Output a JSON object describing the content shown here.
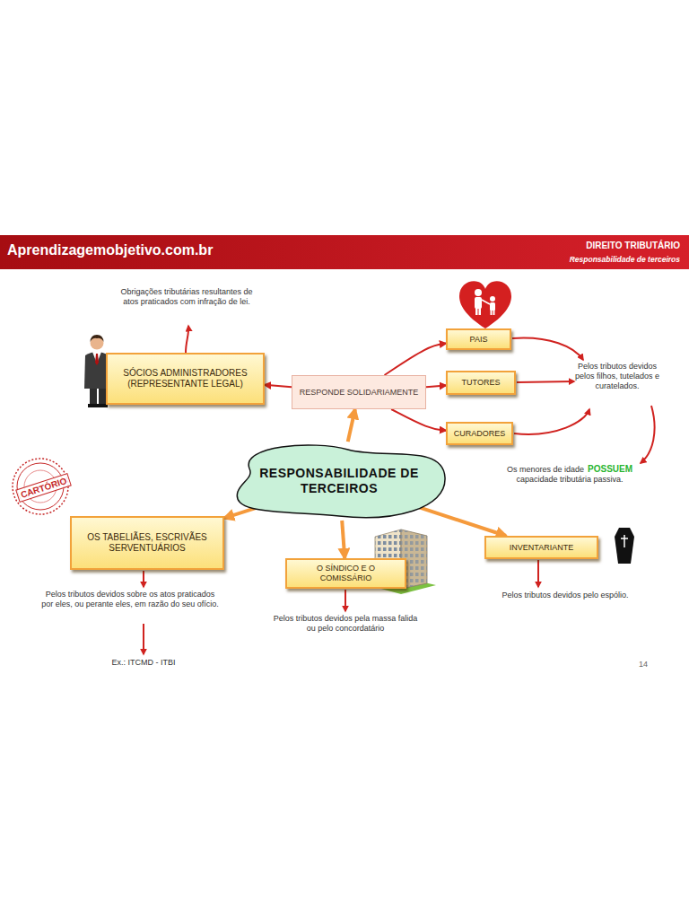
{
  "diagram": {
    "nodes": [
      {
        "text": [
          "SÓCIOS ADMINISTRADORES (REPRESENTANTE LEGAL)"
        ]
      },
      {
        "text": [
          "RESPONDE SOLIDARIAMENTE"
        ]
      },
      {
        "text": [
          "PAIS"
        ]
      },
      {
        "text": [
          "TUTORES"
        ]
      },
      {
        "text": [
          "CURADORES"
        ]
      },
      {
        "text": [
          "RESPONSABILIDADE DE TERCEIROS"
        ]
      },
      {
        "text": [
          "OS TABELIÃES, ESCRIVÃES SERVENTUÁRIOS"
        ]
      },
      {
        "text": [
          "O SÍNDICO E O COMISSÁRIO"
        ]
      },
      {
        "text": [
          "INVENTARIANTE"
        ]
      }
    ],
    "edges": [
      {
        "from": 5,
        "to": 1,
        "arrow": "to"
      },
      {
        "from": 1,
        "to": 0,
        "arrow": "to"
      },
      {
        "from": 1,
        "to": 2,
        "arrow": "to"
      },
      {
        "from": 1,
        "to": 3,
        "arrow": "to"
      },
      {
        "from": 1,
        "to": 4,
        "arrow": "to"
      },
      {
        "from": 5,
        "to": 6,
        "arrow": "to"
      },
      {
        "from": 5,
        "to": 7,
        "arrow": "to"
      },
      {
        "from": 5,
        "to": 8,
        "arrow": "to"
      }
    ],
    "labels": [
      "Aprendizagemobjetivo.com.br",
      "DIREITO TRIBUTÁRIO",
      "Responsabilidade de terceiros",
      "Obrigações tributárias resultantes de atos praticados com infração de lei.",
      "Pelos tributos devidos pelos filhos, tutelados e curatelados.",
      "Os menores de idade",
      "POSSUEM",
      "capacidade tributária passiva.",
      "CARTÓRIO",
      "Pelos tributos devidos sobre os atos praticados por eles, ou perante eles, em razão do seu ofício.",
      "Ex.: ITCMD - ITBI",
      "Pelos tributos devidos pela massa falida ou pelo concordatário",
      "Pelos tributos devidos pelo espólio.",
      "14"
    ]
  }
}
